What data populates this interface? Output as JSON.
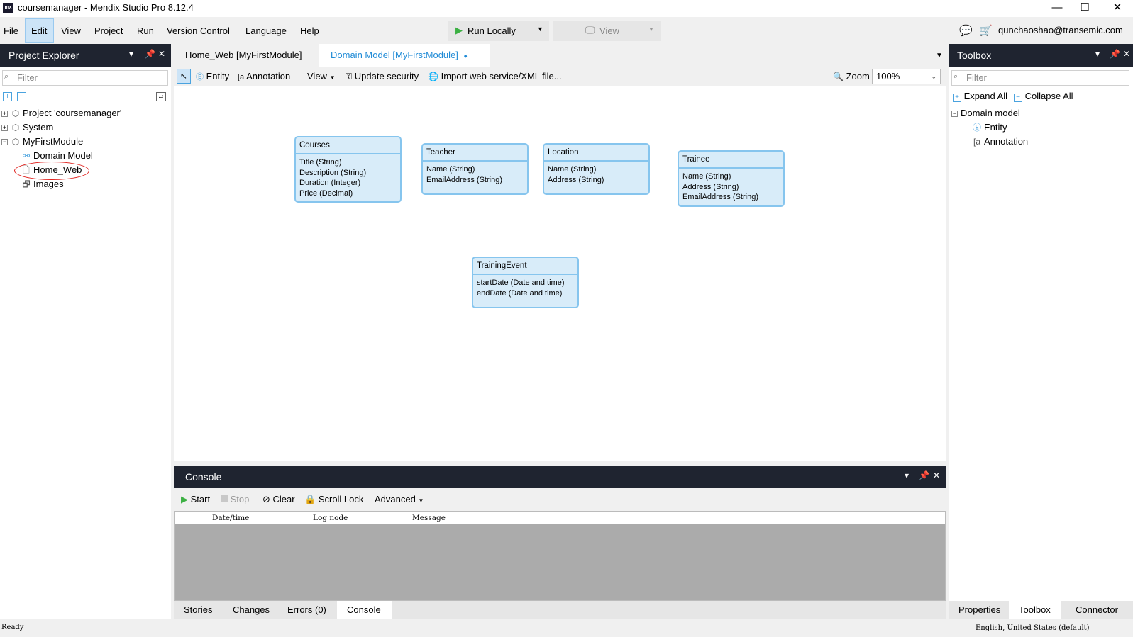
{
  "window": {
    "title": "coursemanager - Mendix Studio Pro 8.12.4",
    "logo_text": "mx",
    "minimize": "—",
    "maximize": "☐",
    "close": "✕"
  },
  "menu": {
    "items": [
      "File",
      "Edit",
      "View",
      "Project",
      "Run",
      "Version Control",
      "Language",
      "Help"
    ],
    "run_locally": "Run Locally",
    "view": "View",
    "user": "qunchaoshao@transemic.com"
  },
  "project_explorer": {
    "title": "Project Explorer",
    "filter_placeholder": "Filter",
    "tree": [
      {
        "label": "Project 'coursemanager'",
        "expander": "+"
      },
      {
        "label": "System",
        "expander": "+"
      },
      {
        "label": "MyFirstModule",
        "expander": "−"
      },
      {
        "label": "Domain Model"
      },
      {
        "label": "Home_Web"
      },
      {
        "label": "Images"
      }
    ]
  },
  "doc_tabs": [
    {
      "label": "Home_Web [MyFirstModule]",
      "active": false
    },
    {
      "label": "Domain Model [MyFirstModule]",
      "active": true
    }
  ],
  "editor_toolbar": {
    "entity": "Entity",
    "annotation": "Annotation",
    "view": "View",
    "update_security": "Update security",
    "import_service": "Import web service/XML file...",
    "zoom_label": "Zoom",
    "zoom_value": "100%"
  },
  "entities": [
    {
      "name": "Courses",
      "attributes": [
        "Title (String)",
        "Description (String)",
        "Duration (Integer)",
        "Price (Decimal)"
      ]
    },
    {
      "name": "Teacher",
      "attributes": [
        "Name (String)",
        "EmailAddress (String)"
      ]
    },
    {
      "name": "Location",
      "attributes": [
        "Name (String)",
        "Address (String)"
      ]
    },
    {
      "name": "Trainee",
      "attributes": [
        "Name (String)",
        "Address (String)",
        "EmailAddress (String)"
      ]
    },
    {
      "name": "TrainingEvent",
      "attributes": [
        "startDate (Date and time)",
        "endDate (Date and time)"
      ]
    }
  ],
  "console": {
    "title": "Console",
    "start": "Start",
    "stop": "Stop",
    "clear": "Clear",
    "scroll_lock": "Scroll Lock",
    "advanced": "Advanced",
    "columns": [
      "Date/time",
      "Log node",
      "Message"
    ]
  },
  "bottom_tabs": [
    "Stories",
    "Changes",
    "Errors (0)",
    "Console"
  ],
  "toolbox": {
    "title": "Toolbox",
    "filter_placeholder": "Filter",
    "expand_all": "Expand All",
    "collapse_all": "Collapse All",
    "group": "Domain model",
    "items": [
      "Entity",
      "Annotation"
    ]
  },
  "right_tabs": [
    "Properties",
    "Toolbox",
    "Connector"
  ],
  "status": {
    "left": "Ready",
    "right": "English, United States (default)"
  },
  "colors": {
    "panel_header": "#1f2430",
    "entity_fill": "#d8ecf9",
    "entity_border": "#86c5ee",
    "active_tab": "#1e8ad6"
  }
}
